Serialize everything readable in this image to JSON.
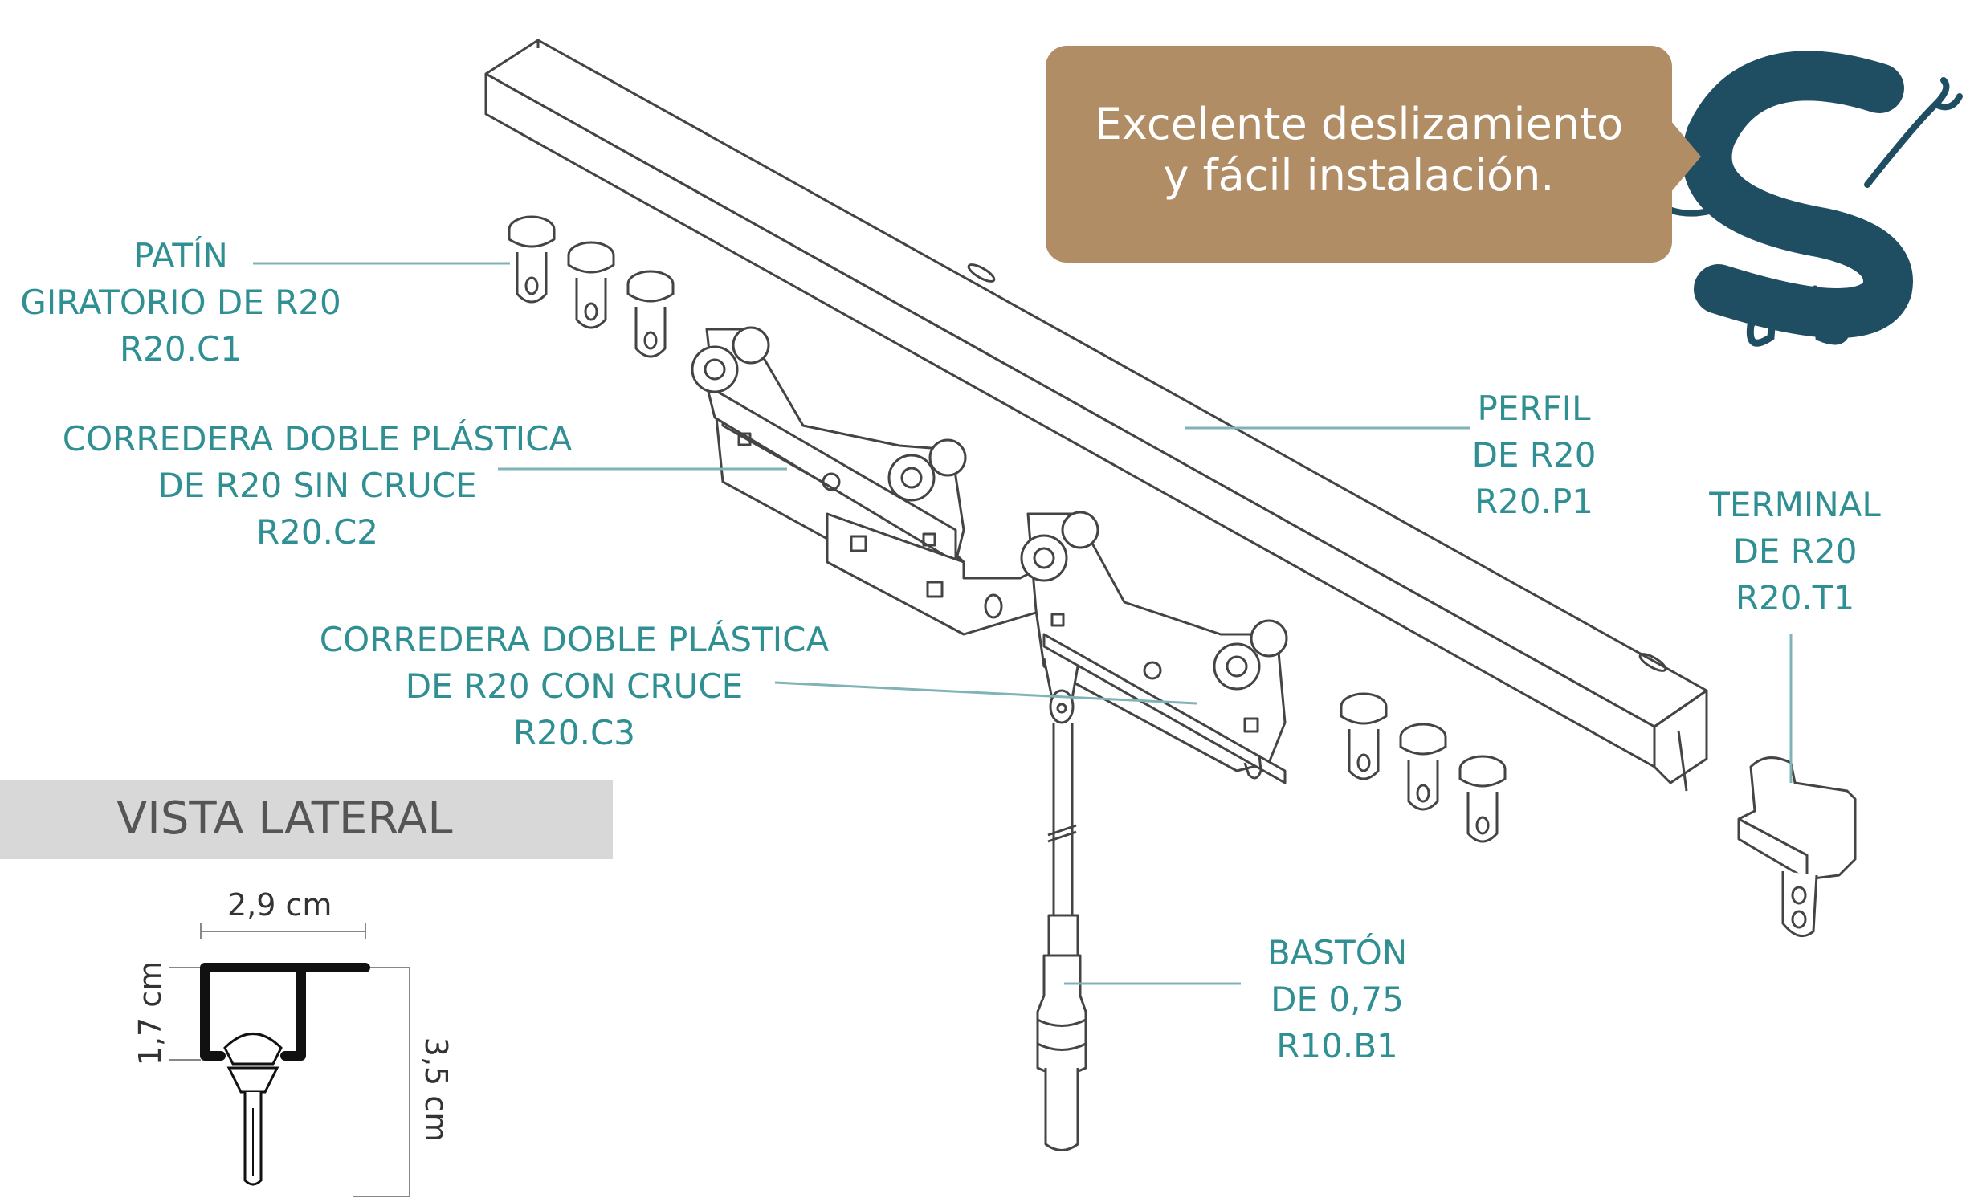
{
  "bubble": {
    "line1": "Excelente deslizamiento",
    "line2": "y fácil instalación.",
    "color": "#b08d65"
  },
  "labels": {
    "patin": [
      "PATÍN",
      "GIRATORIO DE R20",
      "R20.C1"
    ],
    "corredera_sin_cruce": [
      "CORREDERA DOBLE PLÁSTICA",
      "DE R20 SIN CRUCE",
      "R20.C2"
    ],
    "corredera_con_cruce": [
      "CORREDERA DOBLE PLÁSTICA",
      "DE R20 CON CRUCE",
      "R20.C3"
    ],
    "perfil": [
      "PERFIL",
      "DE R20",
      "R20.P1"
    ],
    "terminal": [
      "TERMINAL",
      "DE R20",
      "R20.T1"
    ],
    "baston": [
      "BASTÓN",
      "DE 0,75",
      "R10.B1"
    ]
  },
  "vista_lateral": {
    "title": "VISTA LATERAL",
    "width": "2,9 cm",
    "height_inner": "1,7 cm",
    "height_total": "3,5 cm"
  },
  "colors": {
    "label": "#2f8f92",
    "leader": "#7fb3b5",
    "mascot": "#1f4e63",
    "band": "#d8d8d8"
  }
}
